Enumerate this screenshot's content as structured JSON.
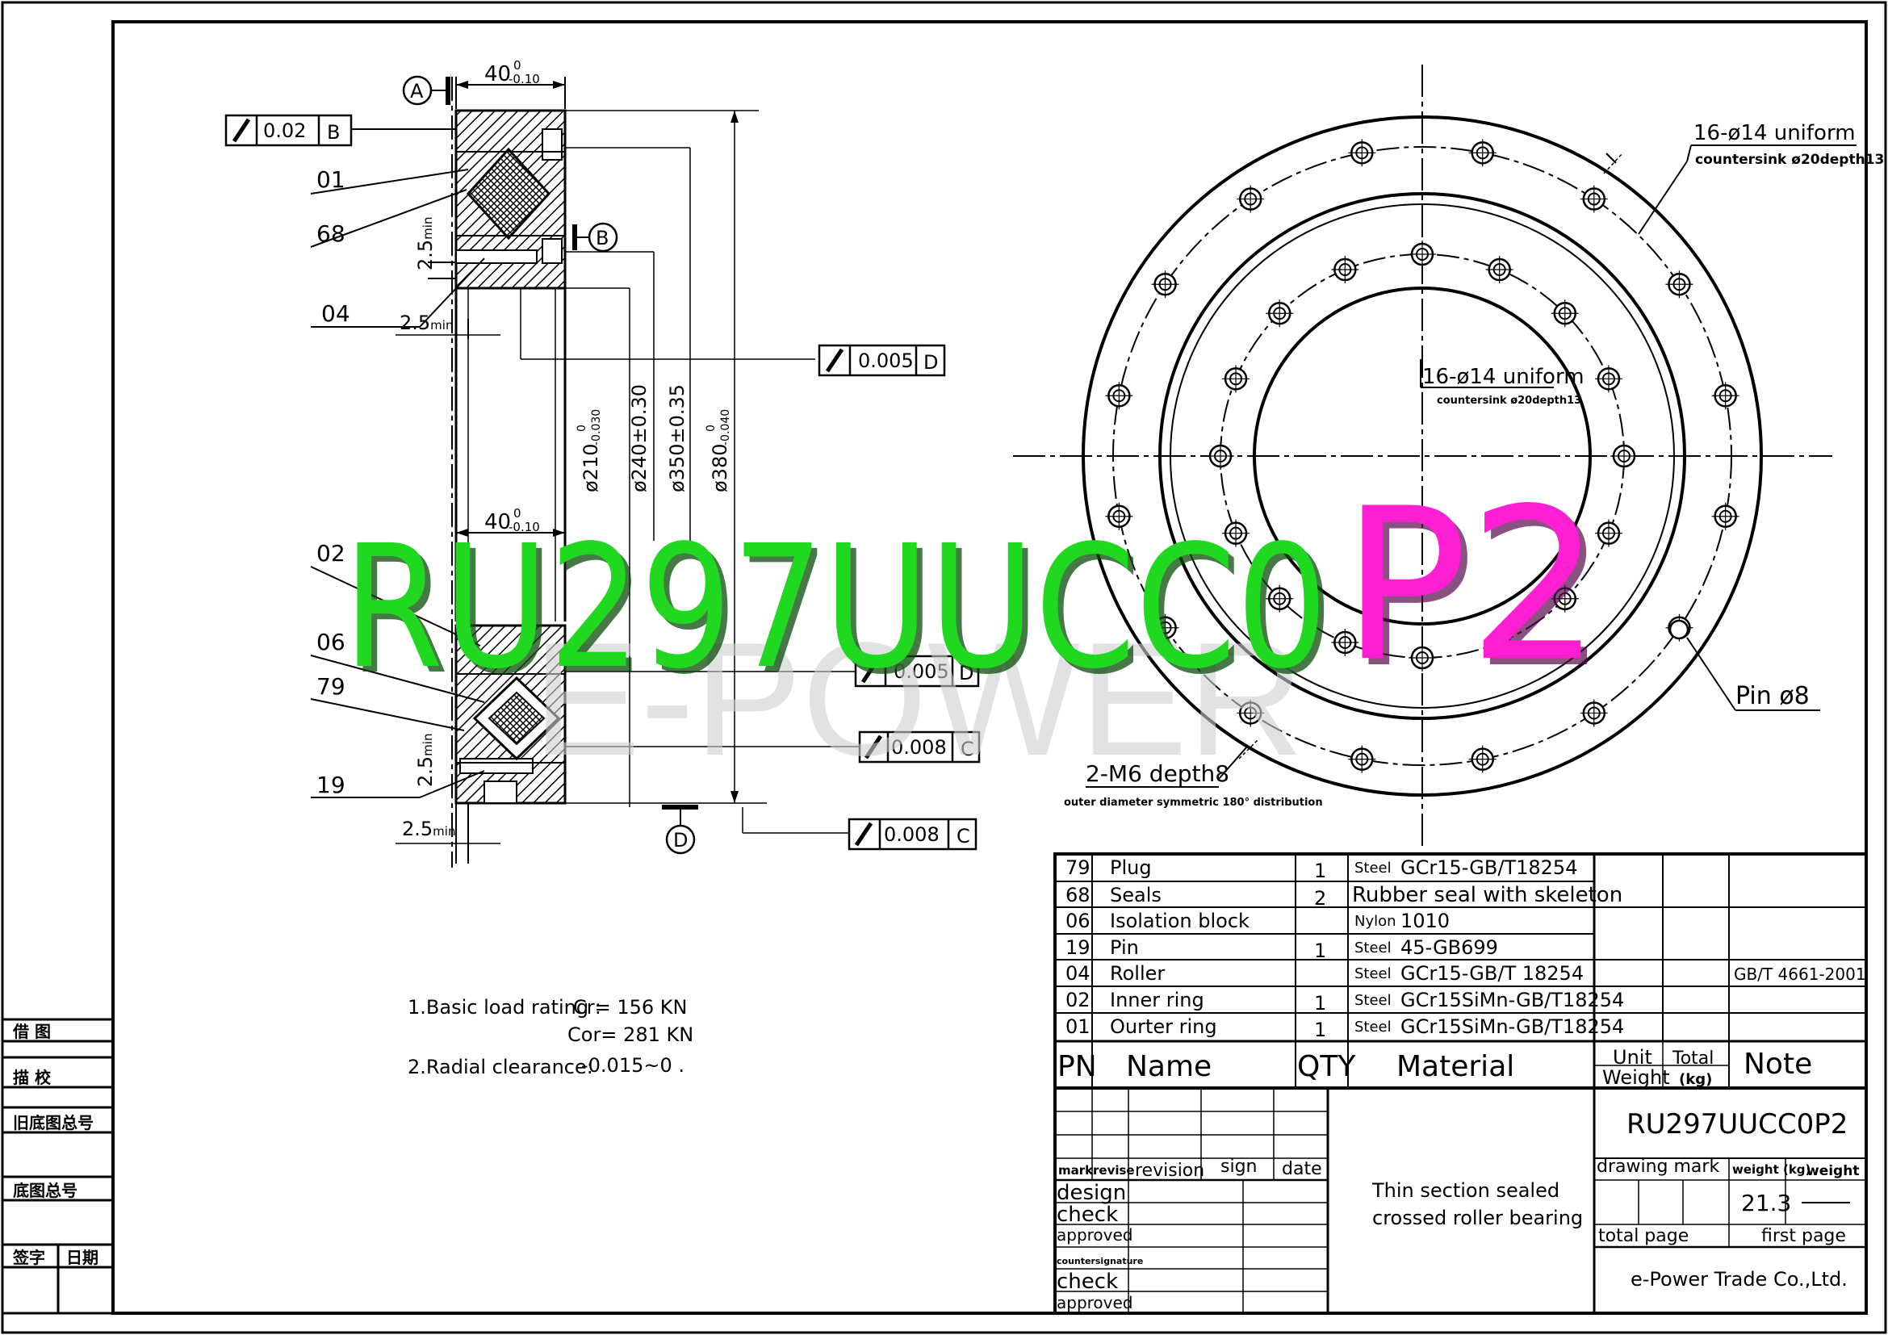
{
  "part_number": "RU297UUCC0P2",
  "overlay": {
    "part_main": "RU297UUCC0",
    "part_suffix": "P2",
    "main_color": "#1fd81f",
    "suffix_color": "#ff1fd2",
    "watermark": "E-POWER"
  },
  "section": {
    "datum_a": "A",
    "datum_b": "B",
    "datum_d": "D",
    "width_top": "40",
    "width_tol_upper": "0",
    "width_tol_lower": "-0.10",
    "width_mid": "40",
    "width_mid_tol_upper": "0",
    "width_mid_tol_lower": "-0.10",
    "chamfer_1": "2.5",
    "chamfer_1_sub": "min",
    "chamfer_2": "2.5",
    "chamfer_2_sub": "min",
    "chamfer_3": "2.5",
    "chamfer_3_sub": "min",
    "chamfer_4": "2.5",
    "chamfer_4_sub": "min",
    "callouts": [
      "01",
      "68",
      "04",
      "02",
      "06",
      "79",
      "19"
    ],
    "dim_210": "ø210",
    "dim_210_tol_upper": "0",
    "dim_210_tol_lower": "-0.030",
    "dim_240": "ø240±0.30",
    "dim_350": "ø350±0.35",
    "dim_380": "ø380",
    "dim_380_tol_upper": "0",
    "dim_380_tol_lower": "-0.040"
  },
  "tolerance_frames": [
    {
      "value": "0.02",
      "datum": "B"
    },
    {
      "value": "0.005",
      "datum": "D"
    },
    {
      "value": "0.005",
      "datum": "D"
    },
    {
      "value": "0.008",
      "datum": "C"
    },
    {
      "value": "0.008",
      "datum": "C"
    }
  ],
  "front_view": {
    "outer_holes_label": "16-ø14 uniform",
    "outer_holes_sub": "countersink ø20depth13",
    "inner_holes_label": "16-ø14 uniform",
    "inner_holes_sub": "countersink ø20depth13",
    "pin_label": "Pin ø8",
    "m6_label": "2-M6 depth8",
    "m6_sub": "outer diameter symmetric 180° distribution"
  },
  "notes": {
    "line1_label": "1.Basic load rating :",
    "cr": "Cr= 156 KN",
    "cor": "Cor= 281 KN",
    "line2_label": "2.Radial clearance:",
    "clearance": "-0.015~0 ."
  },
  "left_margin": {
    "labels": [
      "借 图",
      "描 校",
      "旧底图总号",
      "底图总号",
      "签字",
      "日期"
    ]
  },
  "bom": {
    "rows": [
      {
        "pn": "79",
        "name": "Plug",
        "qty": "1",
        "mat_a": "Steel",
        "mat_b": "GCr15-GB/T18254",
        "note": ""
      },
      {
        "pn": "68",
        "name": "Seals",
        "qty": "2",
        "mat_a": "",
        "mat_b": "Rubber seal with skeleton",
        "note": ""
      },
      {
        "pn": "06",
        "name": "Isolation block",
        "qty": "",
        "mat_a": "Nylon",
        "mat_b": "1010",
        "note": ""
      },
      {
        "pn": "19",
        "name": "Pin",
        "qty": "1",
        "mat_a": "Steel",
        "mat_b": "45-GB699",
        "note": ""
      },
      {
        "pn": "04",
        "name": "Roller",
        "qty": "",
        "mat_a": "Steel",
        "mat_b": "GCr15-GB/T 18254",
        "note": "GB/T 4661-2001"
      },
      {
        "pn": "02",
        "name": "Inner ring",
        "qty": "1",
        "mat_a": "Steel",
        "mat_b": "GCr15SiMn-GB/T18254",
        "note": ""
      },
      {
        "pn": "01",
        "name": "Ourter ring",
        "qty": "1",
        "mat_a": "Steel",
        "mat_b": "GCr15SiMn-GB/T18254",
        "note": ""
      }
    ],
    "header": {
      "pn": "PN",
      "name": "Name",
      "qty": "QTY",
      "material": "Material",
      "unit_weight_a": "Unit",
      "unit_weight_b": "Weight",
      "total_a": "Total",
      "total_b": "(kg)",
      "note": "Note"
    }
  },
  "title_block": {
    "mark": "mark",
    "revise": "revise",
    "revision": "revision",
    "sign": "sign",
    "date": "date",
    "design": "design",
    "check": "check",
    "approved": "approved",
    "countersignature": "countersignature",
    "check2": "check",
    "approved2": "approved",
    "description_1": "Thin section sealed",
    "description_2": "crossed roller bearing",
    "part_number": "RU297UUCC0P2",
    "drawing_mark": "drawing mark",
    "weight_kg": "weight (kg)",
    "weight": "weight",
    "weight_value": "21.3",
    "total_page": "total page",
    "first_page": "first page",
    "company": "e-Power Trade Co.,Ltd."
  }
}
